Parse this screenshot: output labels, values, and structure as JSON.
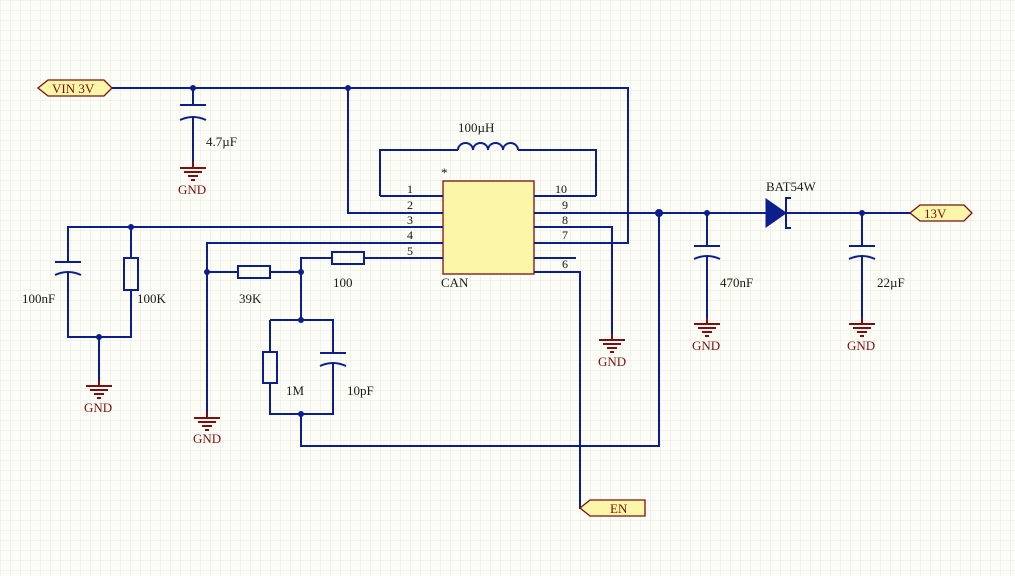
{
  "ports": {
    "vin": "VIN 3V",
    "out": "13V",
    "en": "EN"
  },
  "ic": {
    "name": "CAN",
    "marker": "*",
    "pins": [
      "1",
      "2",
      "3",
      "4",
      "5",
      "6",
      "7",
      "8",
      "9",
      "10"
    ]
  },
  "components": {
    "c_in": "4.7µF",
    "inductor": "100µH",
    "c_100n": "100nF",
    "r_100k": "100K",
    "r_39k": "39K",
    "r_100": "100",
    "r_1m": "1M",
    "c_10p": "10pF",
    "c_470n": "470nF",
    "diode": "BAT54W",
    "c_22u": "22µF"
  },
  "gnd_label": "GND",
  "colors": {
    "wire": "#0b1e8c",
    "ground": "#7a1010",
    "port_fill": "#fbf6a8",
    "ic_fill": "#fbf6a8",
    "grid": "#e6e6dc"
  }
}
